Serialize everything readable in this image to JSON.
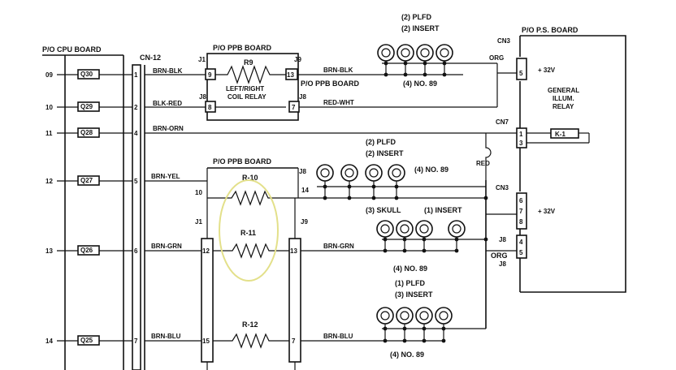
{
  "cpu": {
    "title": "P/O CPU BOARD",
    "rows": [
      {
        "pin": "09",
        "q": "Q30"
      },
      {
        "pin": "10",
        "q": "Q29"
      },
      {
        "pin": "11",
        "q": "Q28"
      },
      {
        "pin": "12",
        "q": "Q27"
      },
      {
        "pin": "13",
        "q": "Q26"
      },
      {
        "pin": "14",
        "q": "Q25"
      }
    ]
  },
  "cn12": {
    "label": "CN-12",
    "pins": [
      "1",
      "2",
      "4",
      "5",
      "6",
      "7"
    ]
  },
  "wires": {
    "brn_blk": "BRN-BLK",
    "blk_red": "BLK-RED",
    "brn_orn": "BRN-ORN",
    "brn_yel": "BRN-YEL",
    "brn_grn_1": "BRN-GRN",
    "brn_grn_2": "BRN-GRN",
    "brn_blu_1": "BRN-BLU",
    "brn_blu_2": "BRN-BLU",
    "brn_blk_2": "BRN-BLK",
    "red_wht": "RED-WHT",
    "org": "ORG",
    "red": "RED",
    "org_j8": "ORG"
  },
  "ppb_top": {
    "title": "P/O PPB BOARD",
    "j1": "J1",
    "j9": "J9",
    "j8": "J8",
    "pin9": "9",
    "pin13": "13",
    "pin8": "8",
    "pin7": "7",
    "r9": "R9",
    "relay_line1": "LEFT/RIGHT",
    "relay_line2": "COIL RELAY",
    "sub_label": "P/O PPB BOARD"
  },
  "ppb_mid": {
    "title": "P/O PPB BOARD",
    "j8": "J8",
    "j1": "J1",
    "j9": "J9",
    "pin10": "10",
    "pin14": "14",
    "pin12": "12",
    "pin13": "13",
    "pin15": "15",
    "pin7": "7",
    "r10": "R-10",
    "r11": "R-11",
    "r12": "R-12"
  },
  "lamps": {
    "g1_line1": "(2) PLFD",
    "g1_line2": "(2) INSERT",
    "g1_type": "(4) NO. 89",
    "g2_line1": "(2) PLFD",
    "g2_line2": "(2) INSERT",
    "g2_type": "(4) NO. 89",
    "g3_line1": "(3) SKULL",
    "g3_line2": "(1) INSERT",
    "g3_type": "(4) NO. 89",
    "g4_line1": "(1) PLFD",
    "g4_line2": "(3) INSERT",
    "g4_type": "(4) NO. 89"
  },
  "ps": {
    "title": "P/O P.S. BOARD",
    "cn3_top": "CN3",
    "cn3_bot": "CN3",
    "cn7": "CN7",
    "j8_top": "J8",
    "j8_bot": "J8",
    "pin5": "5",
    "pin1": "1",
    "pin3": "3",
    "pin6": "6",
    "pin7": "7",
    "pin8": "8",
    "pin4": "4",
    "pin5b": "5",
    "v32_top": "+ 32V",
    "v32_bot": "+ 32V",
    "relay_line1": "GENERAL",
    "relay_line2": "ILLUM.",
    "relay_line3": "RELAY",
    "k1": "K-1"
  },
  "highlight": {
    "color": "#e3e08a"
  }
}
